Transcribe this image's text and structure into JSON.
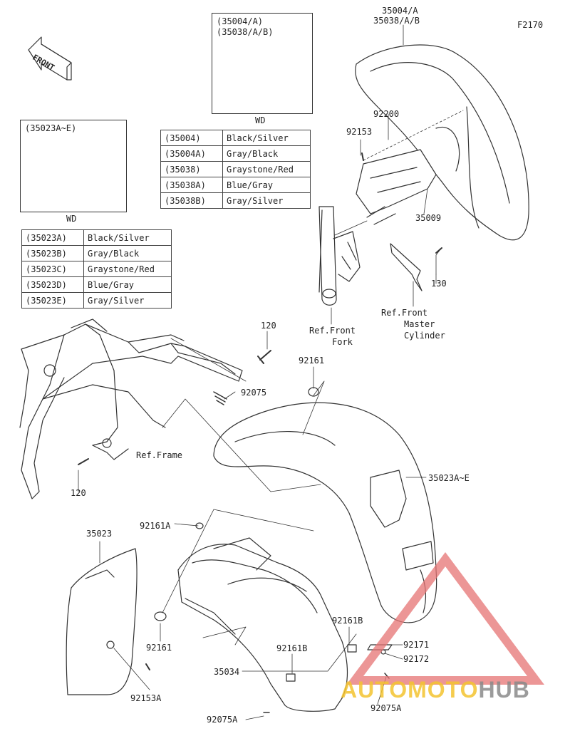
{
  "figure_code": "F2170",
  "front_arrow_label": "FRONT",
  "inset_front": {
    "codes": [
      "(35004/A)",
      "(35038/A/B)"
    ],
    "caption": "WD"
  },
  "inset_rear": {
    "codes": [
      "(35023A~E)"
    ],
    "caption": "WD"
  },
  "table_front": [
    {
      "code": "(35004)",
      "color": "Black/Silver"
    },
    {
      "code": "(35004A)",
      "color": "Gray/Black"
    },
    {
      "code": "(35038)",
      "color": "Graystone/Red"
    },
    {
      "code": "(35038A)",
      "color": "Blue/Gray"
    },
    {
      "code": "(35038B)",
      "color": "Gray/Silver"
    }
  ],
  "table_rear": [
    {
      "code": "(35023A)",
      "color": "Black/Silver"
    },
    {
      "code": "(35023B)",
      "color": "Gray/Black"
    },
    {
      "code": "(35023C)",
      "color": "Graystone/Red"
    },
    {
      "code": "(35023D)",
      "color": "Blue/Gray"
    },
    {
      "code": "(35023E)",
      "color": "Gray/Silver"
    }
  ],
  "labels": {
    "front_fender_a": "35004/A",
    "front_fender_b": "35038/A/B",
    "p92200": "92200",
    "p92153": "92153",
    "p35009": "35009",
    "p130": "130",
    "ref_master_1": "Ref.Front",
    "ref_master_2": "Master",
    "ref_master_3": "Cylinder",
    "ref_fork_1": "Ref.Front",
    "ref_fork_2": "Fork",
    "p120_top": "120",
    "p92161_top": "92161",
    "p92075": "92075",
    "ref_frame": "Ref.Frame",
    "p120_left": "120",
    "rear_fender": "35023A~E",
    "p92161A": "92161A",
    "p35023": "35023",
    "p92161_bottom": "92161",
    "p92153A": "92153A",
    "p92161B_a": "92161B",
    "p92161B_b": "92161B",
    "p92171": "92171",
    "p92172": "92172",
    "p35034": "35034",
    "p92075A_a": "92075A",
    "p92075A_b": "92075A"
  },
  "watermark": {
    "part1": "AUTO",
    "part2": "MOTO",
    "part3": "HUB"
  },
  "colors": {
    "watermark_red": "#e57373",
    "watermark_yellow": "#f4c430",
    "watermark_gray": "#8a8a8a"
  }
}
